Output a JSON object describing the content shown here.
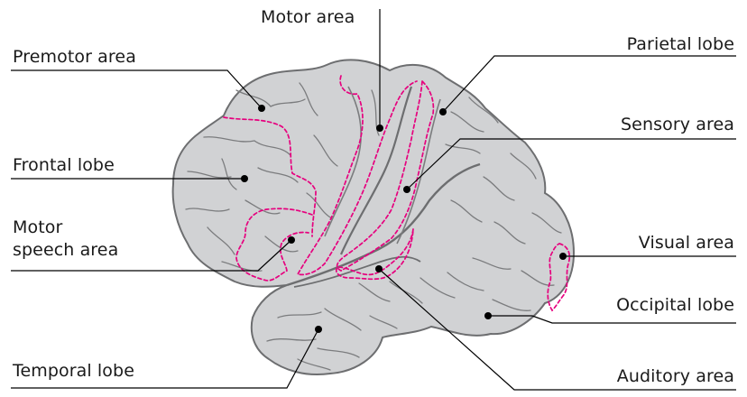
{
  "diagram": {
    "labels": {
      "motor_area": "Motor area",
      "premotor_area": "Premotor area",
      "parietal_lobe": "Parietal lobe",
      "sensory_area": "Sensory area",
      "frontal_lobe": "Frontal lobe",
      "motor_speech_area_line1": "Motor",
      "motor_speech_area_line2": "speech area",
      "visual_area": "Visual area",
      "occipital_lobe": "Occipital lobe",
      "temporal_lobe": "Temporal lobe",
      "auditory_area": "Auditory area"
    },
    "colors": {
      "brain_fill": "#d1d2d4",
      "brain_outline": "#6d6e70",
      "sulcus": "#7b7c7e",
      "area_boundary": "#e6007e",
      "leader_line": "#000000"
    }
  }
}
